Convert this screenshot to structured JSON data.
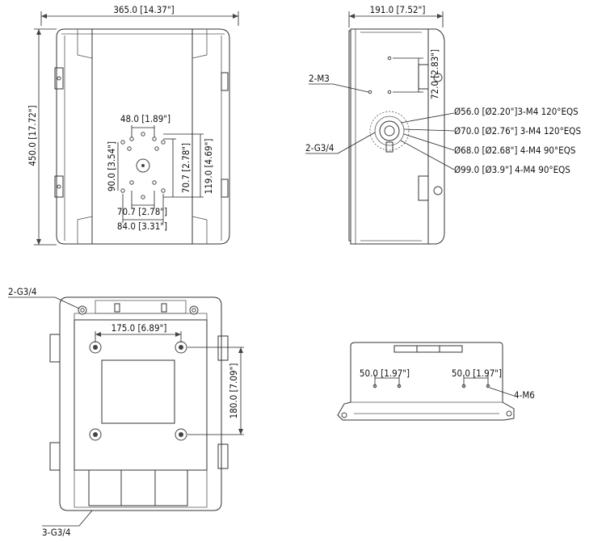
{
  "views": {
    "front": {
      "width": "365.0 [14.37\"]",
      "height": "450.0 [17.72\"]",
      "hole_h_top": "48.0 [1.89\"]",
      "hole_v_left": "90.0 [3.54\"]",
      "hole_v_mid": "70.7 [2.78\"]",
      "hole_v_right": "119.0 [4.69\"]",
      "hole_h_mid": "70.7 [2.78\"]",
      "hole_h_bottom": "84.0 [3.31\"]"
    },
    "side": {
      "width": "191.0 [7.52\"]",
      "m3": "2-M3",
      "m3_spacing": "72.0 [2.83\"]",
      "g34": "2-G3/4",
      "spec1": "Ø56.0 [Ø2.20\"]3-M4 120°EQS",
      "spec2": "Ø70.0 [Ø2.76\"]  3-M4 120°EQS",
      "spec3": "Ø68.0 [Ø2.68\"] 4-M4 90°EQS",
      "spec4": "Ø99.0 [Ø3.9\"] 4-M4 90°EQS"
    },
    "back": {
      "g34_top": "2-G3/4",
      "hole_spacing_h": "175.0 [6.89\"]",
      "hole_spacing_v": "180.0 [7.09\"]",
      "g34_bottom": "3-G3/4"
    },
    "bottom": {
      "spacing_left": "50.0 [1.97\"]",
      "spacing_right": "50.0 [1.97\"]",
      "m6": "4-M6"
    }
  }
}
